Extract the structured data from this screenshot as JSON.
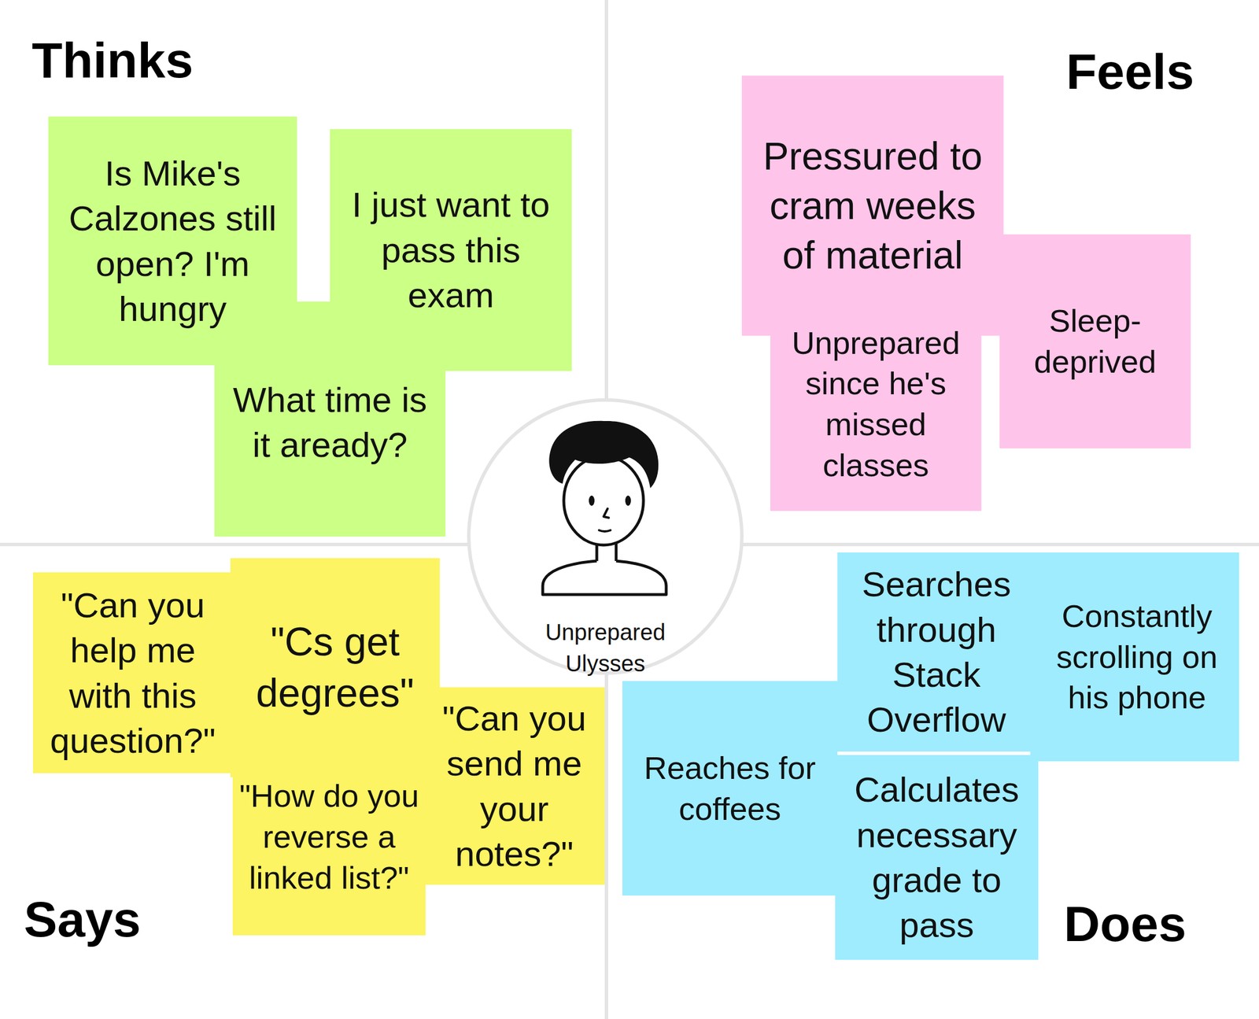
{
  "diagram": {
    "nodes": [
      {
        "text": [
          "Is Mike's Calzones still open? I'm hungry"
        ]
      },
      {
        "text": [
          "I just want to pass this exam"
        ]
      },
      {
        "text": [
          "What time is it aready?"
        ]
      },
      {
        "text": [
          "Pressured to cram weeks of material"
        ]
      },
      {
        "text": [
          "Sleep-deprived"
        ]
      },
      {
        "text": [
          "Unprepared since he's missed classes"
        ]
      },
      {
        "text": [
          "\"Can you help me with this question?\""
        ]
      },
      {
        "text": [
          "\"Cs get degrees\""
        ]
      },
      {
        "text": [
          "\"Can you send me your notes?\""
        ]
      },
      {
        "text": [
          "\"How do you reverse a linked list?\""
        ]
      },
      {
        "text": [
          "Searches through Stack Overflow"
        ]
      },
      {
        "text": [
          "Constantly scrolling on his phone"
        ]
      },
      {
        "text": [
          "Reaches for coffees"
        ]
      },
      {
        "text": [
          "Calculates necessary grade to pass"
        ]
      },
      {
        "text": [
          "Unprepared Ulysses"
        ]
      }
    ],
    "labels": [
      "Thinks",
      "Feels",
      "Says",
      "Does"
    ]
  }
}
